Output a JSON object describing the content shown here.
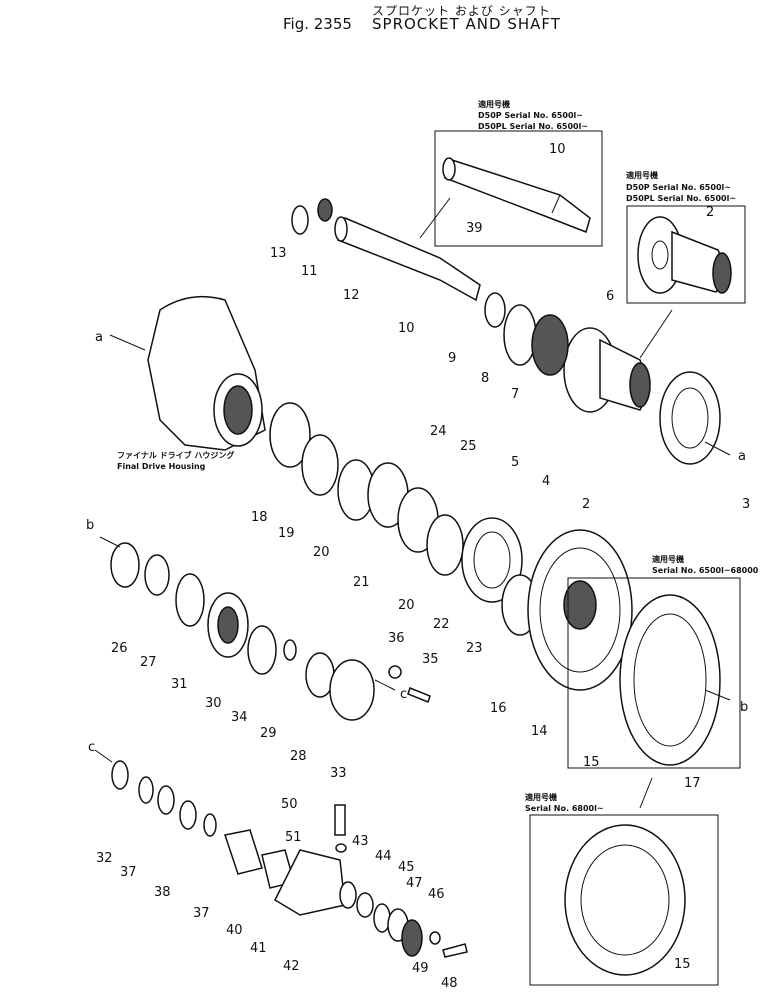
{
  "header": {
    "japanese_title": "スプロケット および シャフト",
    "fig_label": "Fig. 2355",
    "title": "SPROCKET AND SHAFT"
  },
  "notes": {
    "shaft_note": {
      "jp": "適用号機",
      "line1": "D50P   Serial No. 6500l~",
      "line2": "D50PL  Serial No. 6500l~"
    },
    "hub_note": {
      "jp": "適用号機",
      "line1": "D50P   Serial No. 6500l~",
      "line2": "D50PL  Serial No. 6500l~"
    },
    "sprocket_note": {
      "jp": "適用号機",
      "line1": "Serial No. 6500l~68000"
    },
    "sprocket_note2": {
      "jp": "適用号機",
      "line1": "Serial No. 6800l~"
    },
    "housing_jp": "ファイナル ドライブ ハウジング",
    "housing_en": "Final Drive Housing"
  },
  "refs": {
    "a": "a",
    "b": "b",
    "c": "c"
  },
  "parts": [
    "2",
    "3",
    "4",
    "5",
    "6",
    "7",
    "8",
    "9",
    "10",
    "11",
    "12",
    "13",
    "14",
    "15",
    "16",
    "17",
    "18",
    "19",
    "20",
    "21",
    "22",
    "23",
    "24",
    "25",
    "26",
    "27",
    "28",
    "29",
    "30",
    "31",
    "32",
    "33",
    "34",
    "35",
    "36",
    "37",
    "38",
    "39",
    "40",
    "41",
    "42",
    "43",
    "44",
    "45",
    "46",
    "47",
    "48",
    "49",
    "50",
    "51"
  ]
}
